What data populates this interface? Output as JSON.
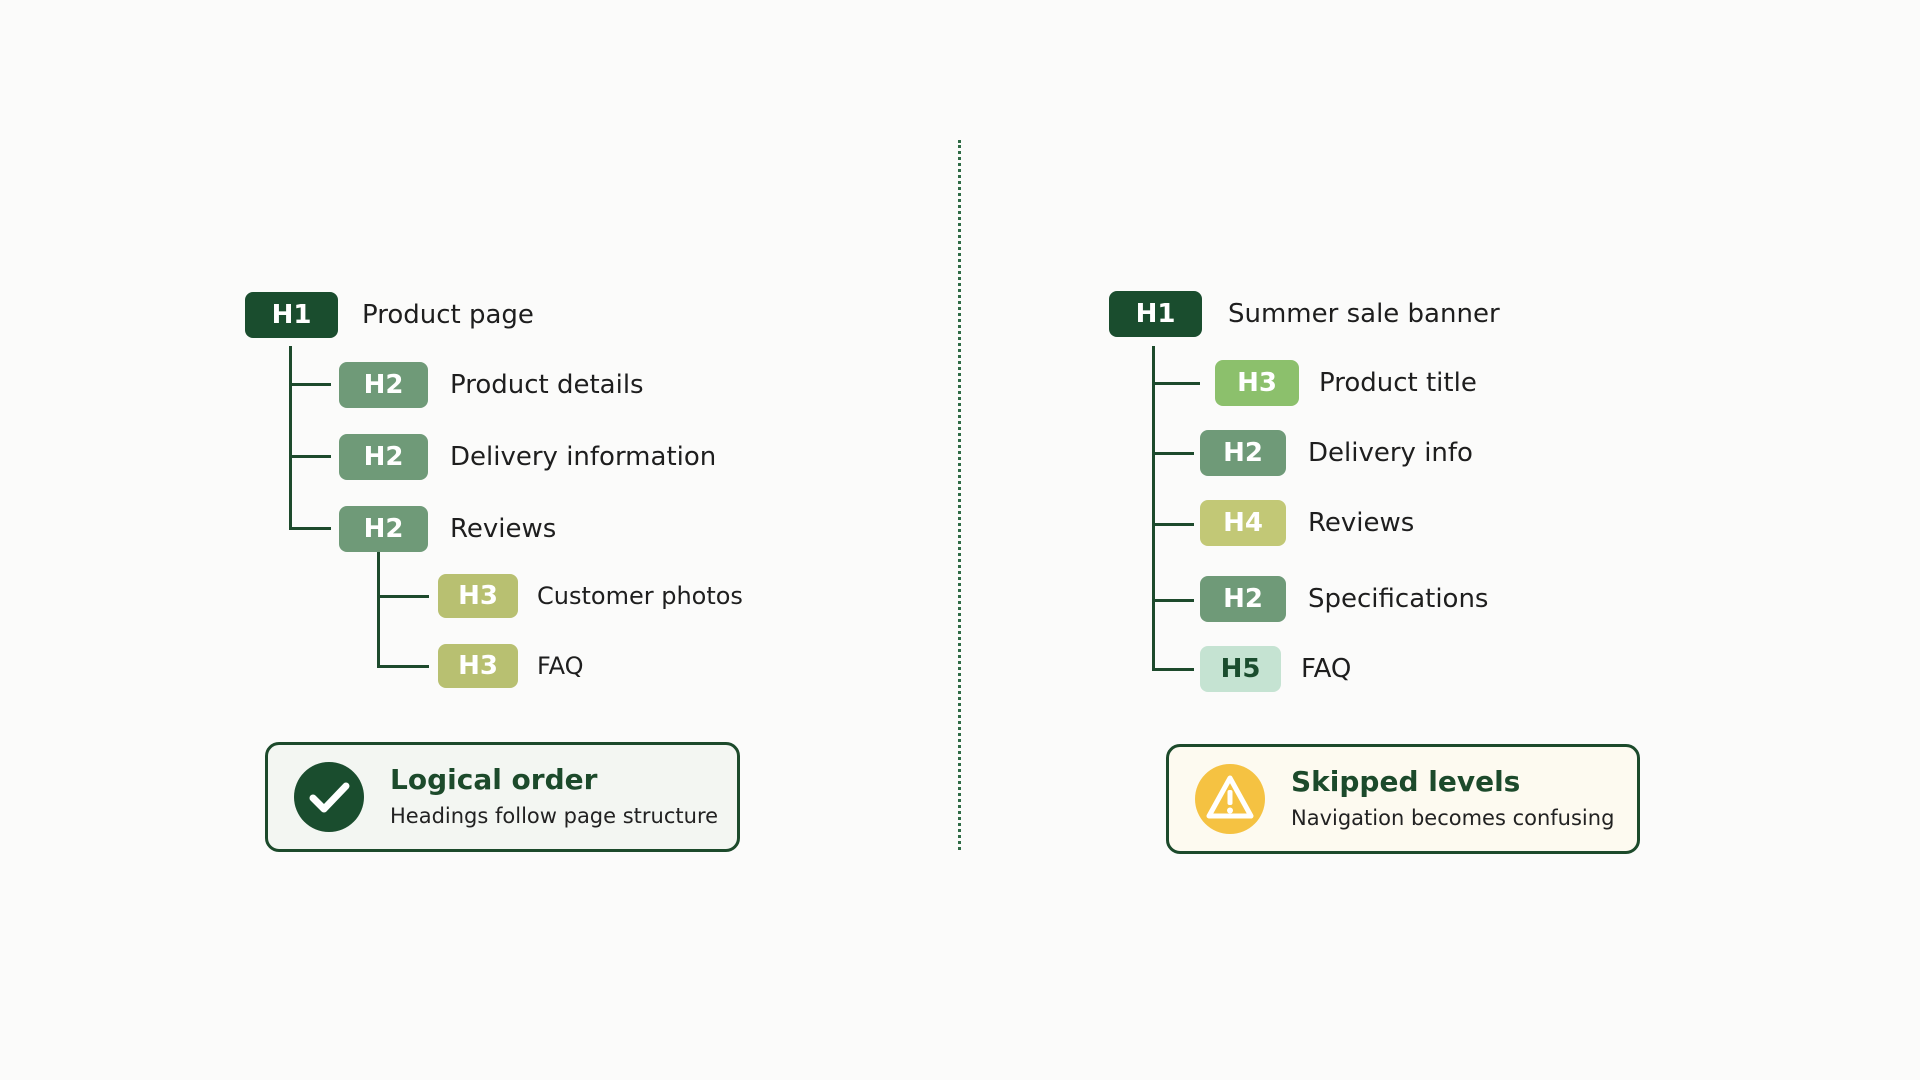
{
  "colors": {
    "h1": "#1a4d2e",
    "h2": "#6f9a78",
    "h3_good": "#b8c071",
    "h3_bad": "#8cc06c",
    "h4": "#c2c876",
    "h5": "#c5e3d2",
    "line": "#1d4a2c",
    "warning": "#f5c242"
  },
  "left": {
    "nodes": [
      {
        "level": "H1",
        "text": "Product page"
      },
      {
        "level": "H2",
        "text": "Product details"
      },
      {
        "level": "H2",
        "text": "Delivery information"
      },
      {
        "level": "H2",
        "text": "Reviews"
      },
      {
        "level": "H3",
        "text": "Customer photos"
      },
      {
        "level": "H3",
        "text": "FAQ"
      }
    ],
    "callout": {
      "title": "Logical order",
      "subtitle": "Headings follow page structure",
      "icon": "check-circle-icon"
    }
  },
  "right": {
    "nodes": [
      {
        "level": "H1",
        "text": "Summer sale banner"
      },
      {
        "level": "H3",
        "text": "Product title"
      },
      {
        "level": "H2",
        "text": "Delivery info"
      },
      {
        "level": "H4",
        "text": "Reviews"
      },
      {
        "level": "H2",
        "text": "Specifications"
      },
      {
        "level": "H5",
        "text": "FAQ"
      }
    ],
    "callout": {
      "title": "Skipped levels",
      "subtitle": "Navigation becomes confusing",
      "icon": "warning-triangle-icon"
    }
  }
}
